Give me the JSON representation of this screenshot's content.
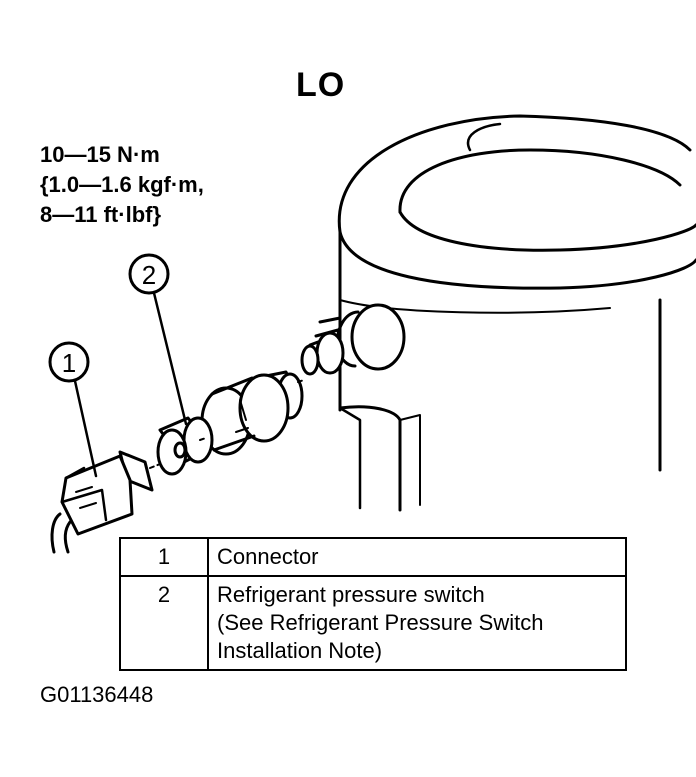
{
  "title": "LO",
  "torque_spec": {
    "line1": "10—15 N·m",
    "line2": "{1.0—1.6 kgf·m,",
    "line3": "8—11 ft·lbf}"
  },
  "callouts": [
    {
      "number": "1"
    },
    {
      "number": "2"
    }
  ],
  "legend": [
    {
      "number": "1",
      "lines": [
        "Connector"
      ]
    },
    {
      "number": "2",
      "lines": [
        "Refrigerant pressure switch",
        "(See Refrigerant Pressure Switch",
        "Installation Note)"
      ]
    }
  ],
  "figure_id": "G01136448",
  "colors": {
    "ink": "#000000",
    "paper": "#ffffff"
  }
}
